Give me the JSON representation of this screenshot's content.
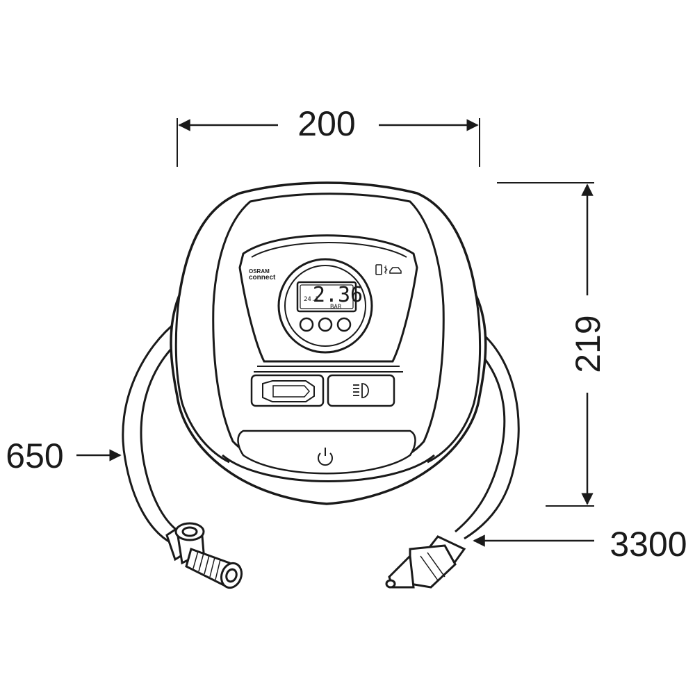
{
  "dimensions": {
    "width": "200",
    "height": "219",
    "hose_length": "650",
    "cable_length": "3300"
  },
  "device": {
    "brand": "OSRAM",
    "product_line": "connect",
    "display_value": "2.36",
    "display_small_value": "24.1",
    "display_unit": "BAR"
  },
  "icons": [
    "phone-icon",
    "bluetooth-icon",
    "car-icon",
    "headlight-icon",
    "power-icon"
  ],
  "colors": {
    "line": "#1a1a1a",
    "background": "#ffffff"
  }
}
